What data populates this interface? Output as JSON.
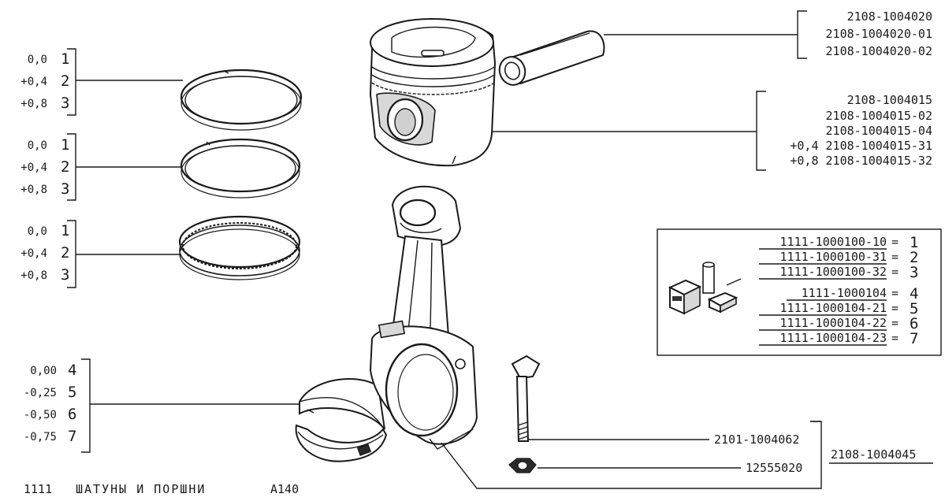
{
  "ring_groups": [
    {
      "rows": [
        {
          "size": "0,0",
          "num": "1"
        },
        {
          "size": "+0,4",
          "num": "2"
        },
        {
          "size": "+0,8",
          "num": "3"
        }
      ]
    },
    {
      "rows": [
        {
          "size": "0,0",
          "num": "1"
        },
        {
          "size": "+0,4",
          "num": "2"
        },
        {
          "size": "+0,8",
          "num": "3"
        }
      ]
    },
    {
      "rows": [
        {
          "size": "0,0",
          "num": "1"
        },
        {
          "size": "+0,4",
          "num": "2"
        },
        {
          "size": "+0,8",
          "num": "3"
        }
      ]
    }
  ],
  "bearing_group": {
    "rows": [
      {
        "size": "0,00",
        "num": "4"
      },
      {
        "size": "-0,25",
        "num": "5"
      },
      {
        "size": "-0,50",
        "num": "6"
      },
      {
        "size": "-0,75",
        "num": "7"
      }
    ]
  },
  "pin_group": {
    "codes": [
      "2108-1004020",
      "2108-1004020-01",
      "2108-1004020-02"
    ]
  },
  "piston_group": {
    "codes": [
      "2108-1004015",
      "2108-1004015-02",
      "2108-1004015-04",
      "+0,4 2108-1004015-31",
      "+0,8 2108-1004015-32"
    ]
  },
  "kit_box": {
    "rows": [
      {
        "code": "1111-1000100-10",
        "eq": "=",
        "num": "1"
      },
      {
        "code": "1111-1000100-31",
        "eq": "=",
        "num": "2"
      },
      {
        "code": "1111-1000100-32",
        "eq": "=",
        "num": "3"
      },
      {
        "code": "1111-1000104",
        "eq": "=",
        "num": "4"
      },
      {
        "code": "1111-1000104-21",
        "eq": "=",
        "num": "5"
      },
      {
        "code": "1111-1000104-22",
        "eq": "=",
        "num": "6"
      },
      {
        "code": "1111-1000104-23",
        "eq": "=",
        "num": "7"
      }
    ]
  },
  "bolt_code": "2101-1004062",
  "nut_code": "12555020",
  "rod_assembly_code": "2108-1004045",
  "footer": {
    "model": "1111",
    "title": "ШАТУНЫ И ПОРШНИ",
    "sheet": "A140"
  }
}
